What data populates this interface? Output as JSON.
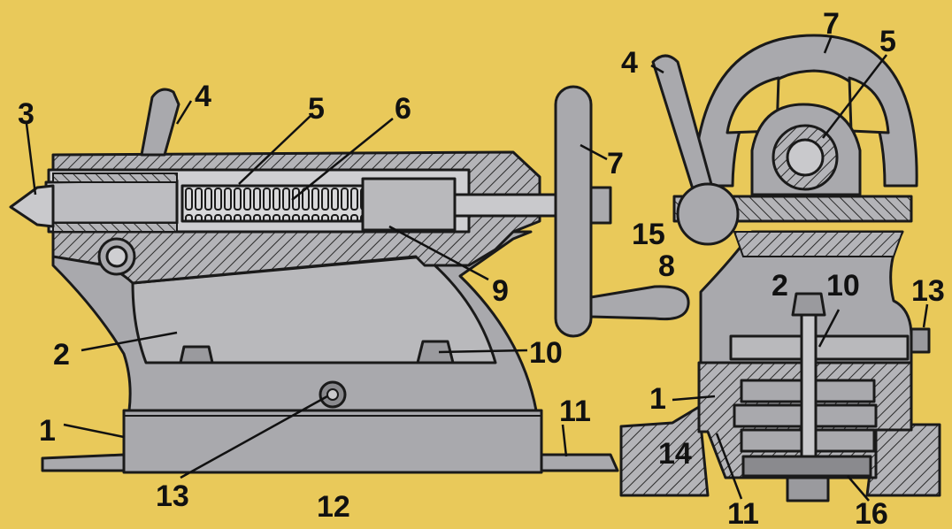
{
  "colors": {
    "background": "#e9c95a",
    "metal": "#a9a9ad",
    "metal_light": "#c9c9cc",
    "metal_dark": "#6e6e72",
    "ink": "#1a1a1a"
  },
  "labels": {
    "side_view": {
      "n1": "1",
      "n2": "2",
      "n3": "3",
      "n4": "4",
      "n5": "5",
      "n6": "6",
      "n7": "7",
      "n8": "8",
      "n9": "9",
      "n10": "10",
      "n11": "11",
      "n12": "12",
      "n13": "13"
    },
    "end_view": {
      "n1": "1",
      "n2": "2",
      "n4": "4",
      "n5": "5",
      "n7": "7",
      "n10": "10",
      "n11": "11",
      "n13": "13",
      "n14": "14",
      "n15": "15",
      "n16": "16"
    }
  }
}
